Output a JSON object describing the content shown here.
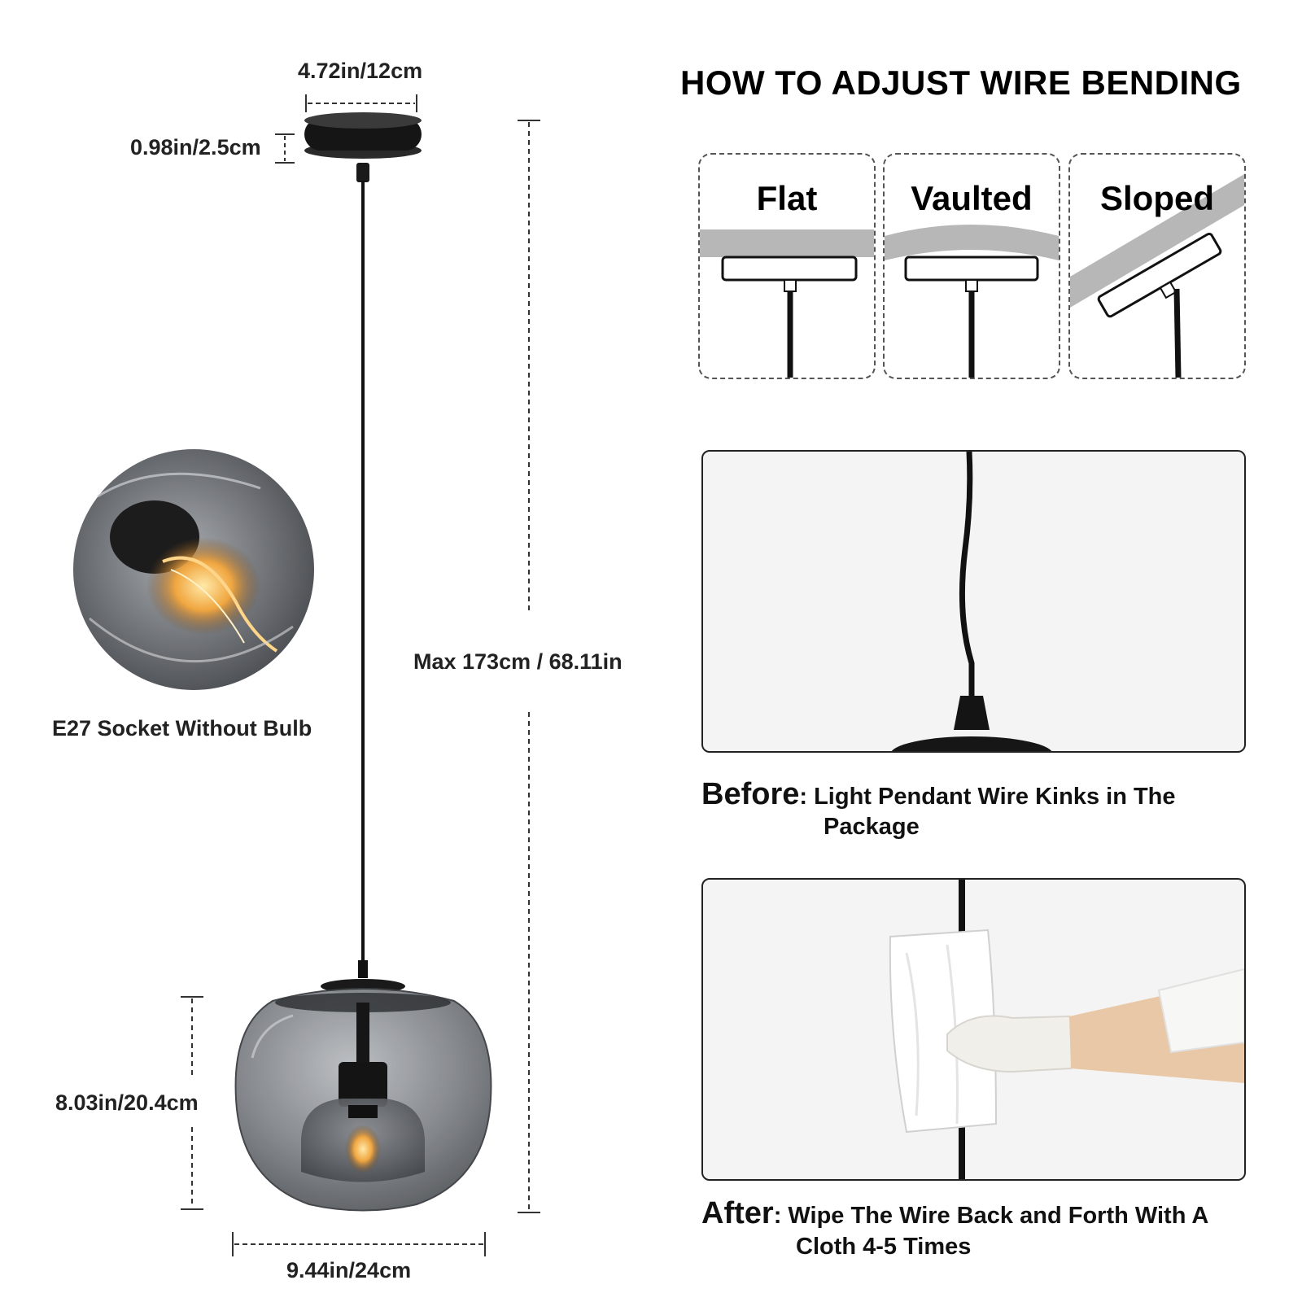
{
  "dimensions": {
    "canopy_width": "4.72in/12cm",
    "canopy_height": "0.98in/2.5cm",
    "max_length": "Max 173cm / 68.11in",
    "shade_height": "8.03in/20.4cm",
    "shade_width": "9.44in/24cm"
  },
  "socket": {
    "caption": "E27 Socket Without Bulb"
  },
  "guide": {
    "title": "HOW TO ADJUST WIRE BENDING",
    "ceiling_types": [
      {
        "label": "Flat"
      },
      {
        "label": "Vaulted"
      },
      {
        "label": "Sloped"
      }
    ]
  },
  "before": {
    "key": "Before",
    "line1": ": Light Pendant Wire Kinks in The",
    "line2": "Package"
  },
  "after": {
    "key": "After",
    "line1": ": Wipe The Wire Back and Forth With A",
    "line2": "Cloth 4-5 Times"
  },
  "colors": {
    "accent_black": "#111111",
    "ceiling_gray": "#b7b7b7",
    "glass_smoke": "#6f7378",
    "photo_bg": "#f4f4f4"
  }
}
